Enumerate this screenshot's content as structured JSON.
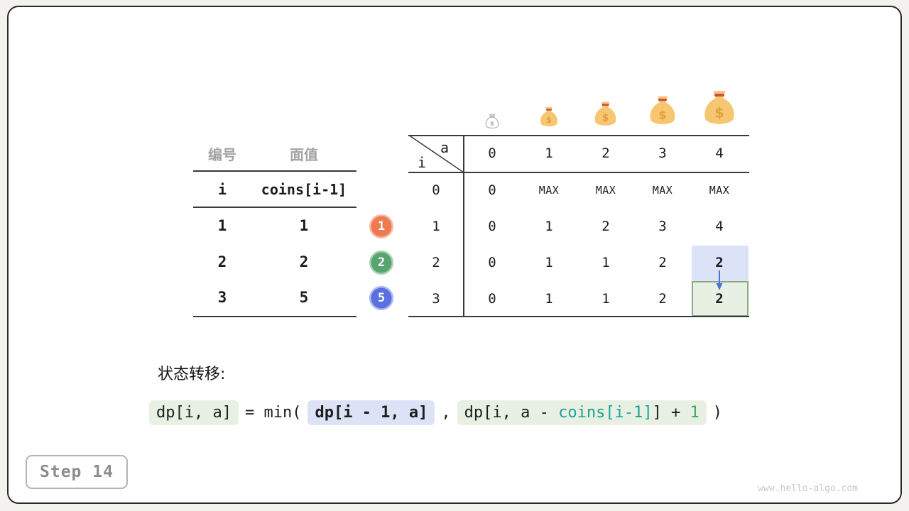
{
  "page": {
    "watermark": "www.hello-algo.com"
  },
  "step_box": {
    "label": "Step 14"
  },
  "coin_table": {
    "header": {
      "no": "编号",
      "value": "面值"
    },
    "var_row": {
      "no": "i",
      "value": "coins[i-1]"
    },
    "rows": [
      {
        "no": "1",
        "value": "1"
      },
      {
        "no": "2",
        "value": "2"
      },
      {
        "no": "3",
        "value": "5"
      }
    ],
    "badges": [
      {
        "label": "1",
        "color": "#ee7a4f"
      },
      {
        "label": "2",
        "color": "#57a46f"
      },
      {
        "label": "5",
        "color": "#5b6fe0"
      }
    ]
  },
  "dp_table": {
    "corner": {
      "col_var": "a",
      "row_var": "i"
    },
    "col_headers": [
      "0",
      "1",
      "2",
      "3",
      "4"
    ],
    "rows": [
      {
        "label": "0",
        "cells": [
          "0",
          "MAX",
          "MAX",
          "MAX",
          "MAX"
        ]
      },
      {
        "label": "1",
        "cells": [
          "0",
          "1",
          "2",
          "3",
          "4"
        ]
      },
      {
        "label": "2",
        "cells": [
          "0",
          "1",
          "1",
          "2",
          "2"
        ]
      },
      {
        "label": "3",
        "cells": [
          "0",
          "1",
          "1",
          "2",
          "2"
        ]
      }
    ],
    "highlight": {
      "source_cell": {
        "row": "2",
        "col": "4",
        "value": "2",
        "bg": "#dde3f7"
      },
      "target_cell": {
        "row": "3",
        "col": "4",
        "value": "2",
        "bg": "#e8f0e3",
        "border": "#84aa86"
      },
      "arrow_color": "#4a72d8"
    }
  },
  "transition": {
    "title": "状态转移:",
    "lhs": "dp[i, a]",
    "eq": "= min(",
    "arg1": "dp[i - 1, a]",
    "comma": ",",
    "arg2_prefix": "dp[i, a - ",
    "arg2_coins": "coins[i-1]",
    "arg2_mid": "] + ",
    "arg2_one": "1",
    "close": ")"
  },
  "icons": {
    "money_bag": "money-bag-icon",
    "money_bag_empty": "money-bag-outline-icon",
    "arrow": "down-arrow-icon"
  },
  "colors": {
    "highlight_blue": "#dde3f7",
    "highlight_green": "#e8f0e3",
    "green_border": "#84aa86",
    "badge_orange": "#ee7a4f",
    "badge_green": "#57a46f",
    "badge_blue": "#5b6fe0",
    "arrow_blue": "#4a72d8",
    "code_teal": "#18a295",
    "code_green": "#44a45c",
    "bag_yellow": "#f7c671"
  }
}
